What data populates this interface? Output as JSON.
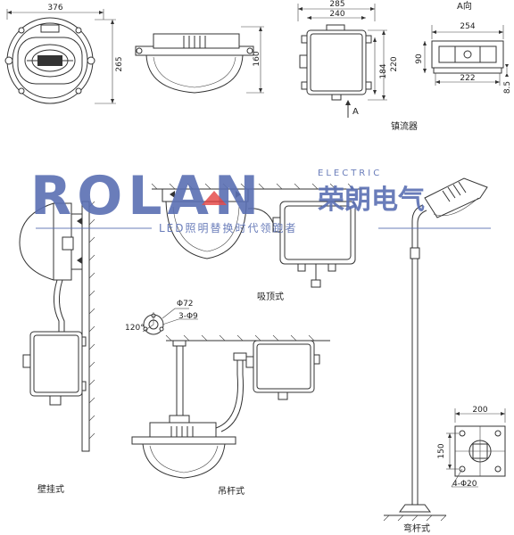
{
  "dimensions": {
    "lamp_front_width": "376",
    "lamp_front_height": "265",
    "lamp_side_height": "160",
    "ballast_overall_width": "285",
    "ballast_body_width": "240",
    "ballast_height_220": "220",
    "ballast_height_184": "184",
    "view_a_label": "A向",
    "view_a_width": "254",
    "view_a_height": "90",
    "view_a_base": "222",
    "view_a_foot": "8.5",
    "arrow_a": "A",
    "flange_dia": "Φ72",
    "flange_holes": "3-Φ9",
    "flange_angle": "120°",
    "base_width": "200",
    "base_height": "150",
    "base_holes": "4-Φ20"
  },
  "captions": {
    "ballast": "镇流器",
    "ceiling": "吸顶式",
    "wall": "壁挂式",
    "pendant": "吊杆式",
    "bent_pole": "弯杆式"
  },
  "watermark": {
    "brand": "ROLAN",
    "electric": "ELECTRIC",
    "chinese": "荣朗电气",
    "slogan": "LED照明替换时代领跑者"
  },
  "colors": {
    "watermark": "#5a6fb3",
    "watermark_accent": "#e23a3a"
  }
}
